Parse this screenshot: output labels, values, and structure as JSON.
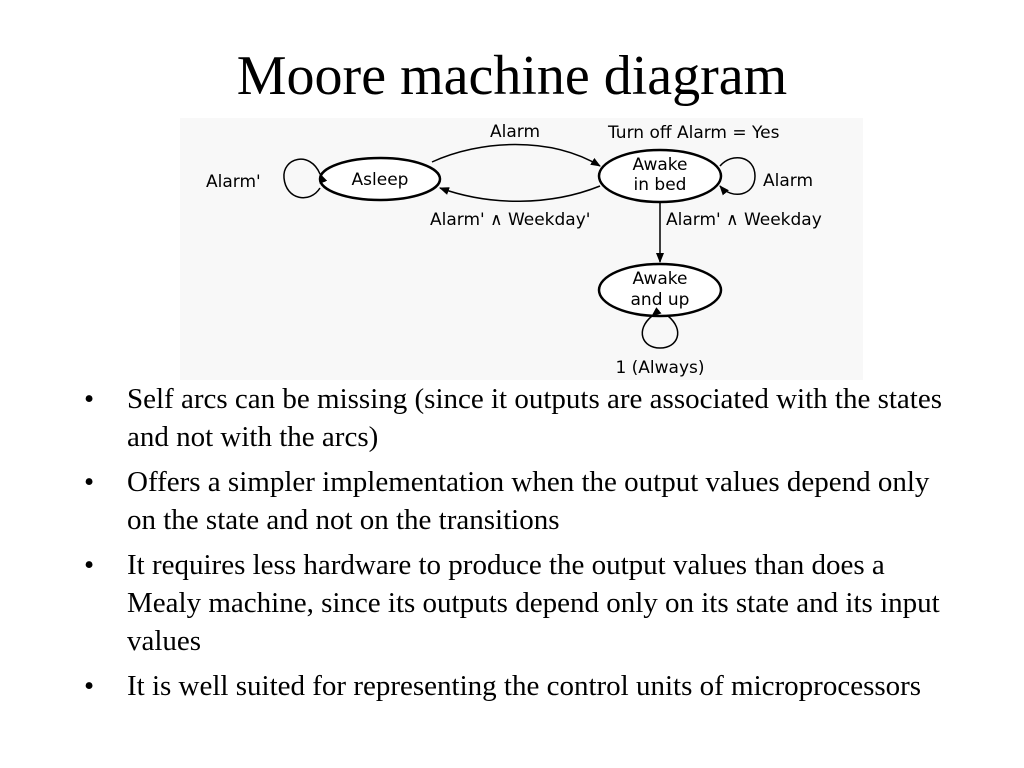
{
  "slide": {
    "title": "Moore machine diagram"
  },
  "diagram": {
    "states": {
      "asleep": "Asleep",
      "awake_in_bed": [
        "Awake",
        "in bed"
      ],
      "awake_and_up": [
        "Awake",
        "and up"
      ]
    },
    "output_label": "Turn off Alarm = Yes",
    "transitions": {
      "asleep_self": "Alarm'",
      "asleep_to_awake": "Alarm",
      "awake_to_asleep": "Alarm' ∧ Weekday'",
      "awake_self": "Alarm",
      "awake_to_up": "Alarm' ∧ Weekday",
      "up_self": "1 (Always)"
    }
  },
  "bullet_symbol": "•",
  "bullets": [
    "Self arcs can be missing (since it outputs are associated with the states and not with the arcs)",
    "Offers a simpler implementation when the output values depend only on the state and not on the transitions",
    "It requires less hardware to produce the output values than does a Mealy machine, since its outputs depend only on its state and its input values",
    "It is well suited for representing the control units of microprocessors"
  ]
}
